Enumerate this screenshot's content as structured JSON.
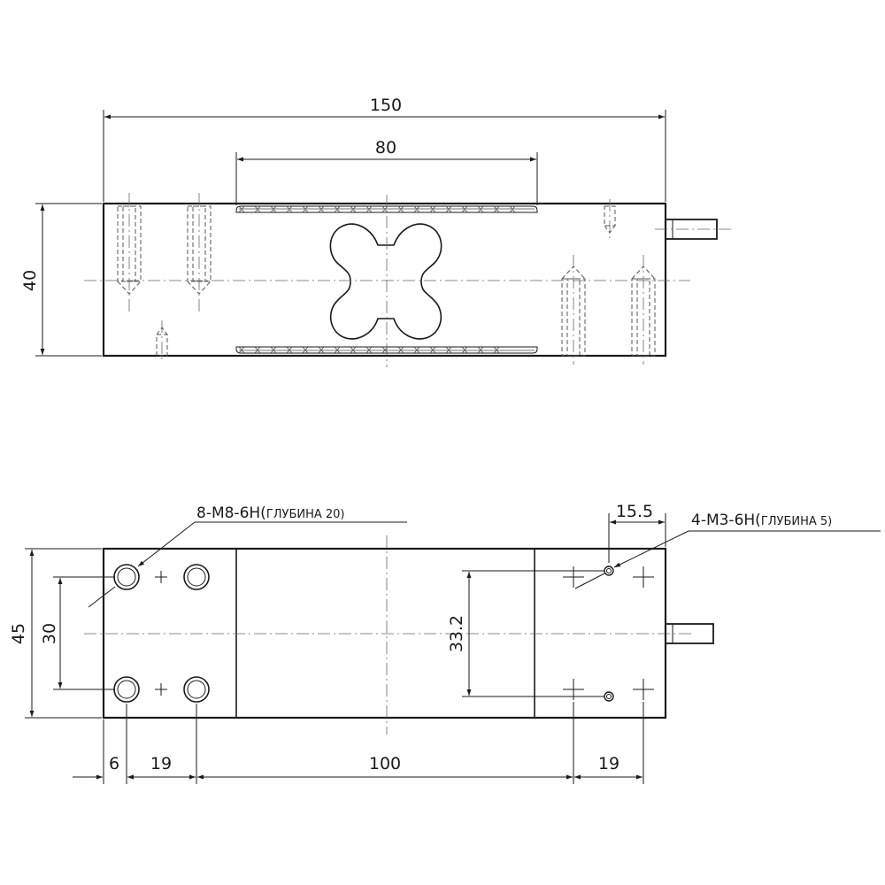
{
  "top_view": {
    "dim_length": "150",
    "dim_gauge": "80",
    "dim_height": "40"
  },
  "bottom_view": {
    "dim_width": "45",
    "dim_hole_spacing_v": "30",
    "dim_hole_spacing_m3_v": "33.2",
    "dim_m3_offset": "15.5",
    "dim_edge": "6",
    "dim_left_pitch": "19",
    "dim_center": "100",
    "dim_right_pitch": "19",
    "note_m8_main": "8-M8-6H(",
    "note_m8_depth": "ГЛУБИНА 20)",
    "note_m3_main": "4-M3-6H(",
    "note_m3_depth": "ГЛУБИНА 5)"
  }
}
